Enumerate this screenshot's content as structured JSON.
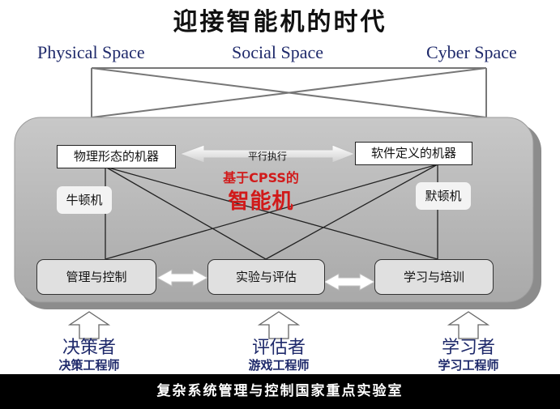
{
  "title": "迎接智能机的时代",
  "spaces": {
    "physical": "Physical Space",
    "social": "Social Space",
    "cyber": "Cyber Space"
  },
  "top_boxes": {
    "physical_machine": "物理形态的机器",
    "software_machine": "软件定义的机器"
  },
  "parallel_label": "平行执行",
  "center": {
    "line1": "基于CPSS的",
    "line2": "智能机"
  },
  "side_labels": {
    "newton": "牛顿机",
    "merton": "默顿机"
  },
  "bottom_boxes": {
    "manage": "管理与控制",
    "experiment": "实验与评估",
    "learn": "学习与培训"
  },
  "roles": [
    {
      "title": "决策者",
      "subtitle": "决策工程师"
    },
    {
      "title": "评估者",
      "subtitle": "游戏工程师"
    },
    {
      "title": "学习者",
      "subtitle": "学习工程师"
    }
  ],
  "footer": "复杂系统管理与控制国家重点实验室",
  "colors": {
    "platform": "#b3b3b3",
    "platform_shadow": "#8c8c8c",
    "accent_red": "#d11a1a",
    "space_text": "#1f2a6b",
    "footer_bg": "#000000"
  }
}
